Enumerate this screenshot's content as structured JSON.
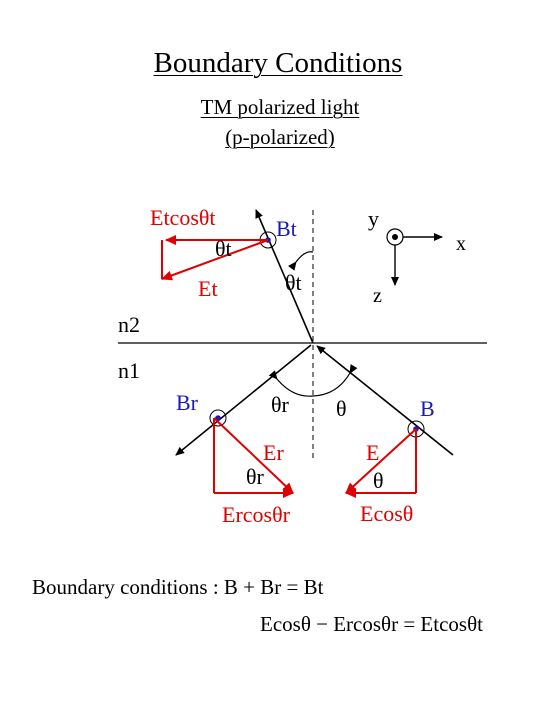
{
  "title": "Boundary Conditions",
  "subtitle_line1": "TM polarized light",
  "subtitle_line2": "(p-polarized)",
  "axes": {
    "y": "y",
    "x": "x",
    "z": "z"
  },
  "media": {
    "upper": "n2",
    "lower": "n1"
  },
  "transmitted": {
    "B_label": "Bt",
    "E_label": "Et",
    "E_component_label": "Etcosθt",
    "angle_label": "θt",
    "angle_label_right": "θt"
  },
  "reflected": {
    "B_label": "Br",
    "E_label": "Er",
    "E_component_label": "Ercosθr",
    "angle_label": "θr",
    "angle_label_top": "θr"
  },
  "incident": {
    "B_label": "B",
    "E_label": "E",
    "E_component_label": "Ecosθ",
    "angle_label": "θ",
    "angle_label_top": "θ"
  },
  "equations": {
    "line1": "Boundary conditions :  B + Br = Bt",
    "line2": "Ecosθ − Ercosθr = Etcosθt"
  },
  "colors": {
    "red": "#e00000",
    "blue": "#1a1ab8",
    "black": "#000000"
  }
}
